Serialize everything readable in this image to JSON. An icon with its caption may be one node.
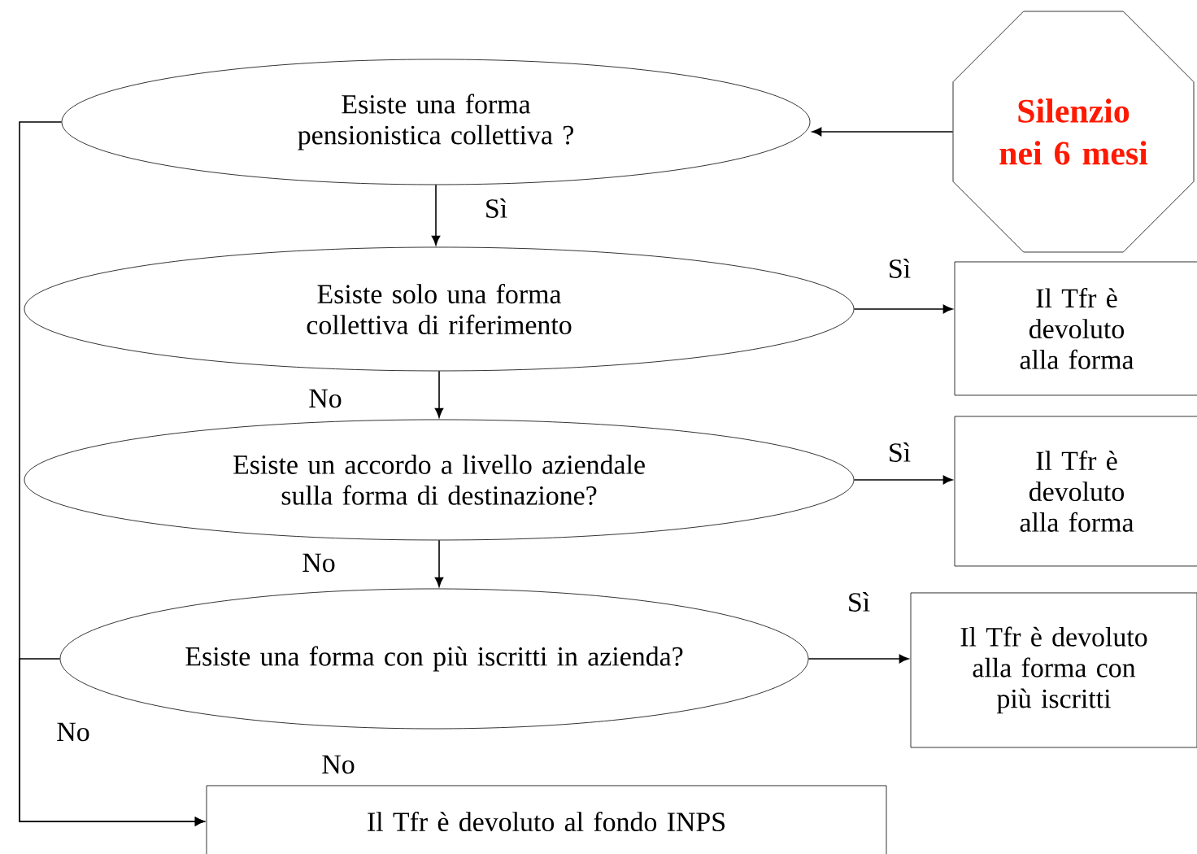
{
  "diagram": {
    "nodes": [
      {
        "text": [
          "Esiste una forma pensionistica collettiva ?"
        ]
      },
      {
        "text": [
          "Silenzio nei 6 mesi"
        ]
      },
      {
        "text": [
          "Esiste solo una forma collettiva di riferimento"
        ]
      },
      {
        "text": [
          "Il Tfr è devoluto alla forma"
        ]
      },
      {
        "text": [
          "Esiste un accordo a livello aziendale sulla forma di destinazione?"
        ]
      },
      {
        "text": [
          "Il Tfr è devoluto alla forma"
        ]
      },
      {
        "text": [
          "Esiste una forma con più iscritti in azienda?"
        ]
      },
      {
        "text": [
          "Il Tfr è devoluto alla forma con più iscritti"
        ]
      },
      {
        "text": [
          "Il Tfr è devoluto al fondo INPS"
        ]
      }
    ],
    "edges": [
      {
        "from": 1,
        "to": 0,
        "arrow": "to"
      },
      {
        "from": 0,
        "to": 2,
        "arrow": "to",
        "label": "Sì"
      },
      {
        "from": 2,
        "to": 3,
        "arrow": "to",
        "label": "Sì"
      },
      {
        "from": 2,
        "to": 4,
        "arrow": "to",
        "label": "No"
      },
      {
        "from": 4,
        "to": 5,
        "arrow": "to",
        "label": "Sì"
      },
      {
        "from": 4,
        "to": 6,
        "arrow": "to",
        "label": "No"
      },
      {
        "from": 6,
        "to": 7,
        "arrow": "to",
        "label": "Sì"
      },
      {
        "from": 6,
        "to": 8,
        "arrow": "to",
        "label": "No"
      },
      {
        "from": 0,
        "to": 8,
        "arrow": "to",
        "label": "No"
      }
    ]
  }
}
